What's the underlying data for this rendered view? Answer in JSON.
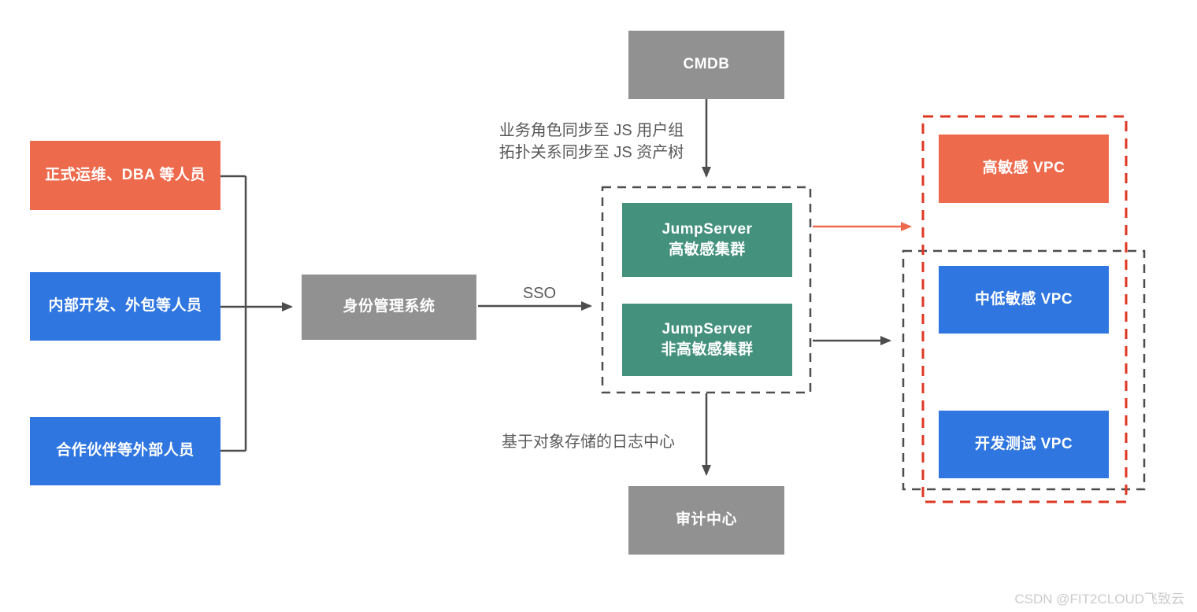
{
  "colors": {
    "orange": "#ED6A4C",
    "blue": "#2F76E0",
    "green": "#44917E",
    "gray": "#919191",
    "line_dark": "#4D4D4D",
    "red_dashed": "#DF3722",
    "annotation_text": "#595959",
    "watermark_text": "#CBCBCB",
    "box_text": "#FFFFFF"
  },
  "nodes": {
    "cmdb": "CMDB",
    "person_ops": "正式运维、DBA 等人员",
    "person_dev": "内部开发、外包等人员",
    "person_partner": "合作伙伴等外部人员",
    "idm": "身份管理系统",
    "js_high_line1": "JumpServer",
    "js_high_line2": "高敏感集群",
    "js_normal_line1": "JumpServer",
    "js_normal_line2": "非高敏感集群",
    "audit": "审计中心",
    "vpc_high": "高敏感 VPC",
    "vpc_mid": "中低敏感 VPC",
    "vpc_dev": "开发测试 VPC"
  },
  "annotations": {
    "cmdb_sync_line1": "业务角色同步至 JS 用户组",
    "cmdb_sync_line2": "拓扑关系同步至 JS 资产树",
    "sso_label": "SSO",
    "log_center_label": "基于对象存储的日志中心"
  },
  "watermark": "CSDN @FIT2CLOUD飞致云"
}
